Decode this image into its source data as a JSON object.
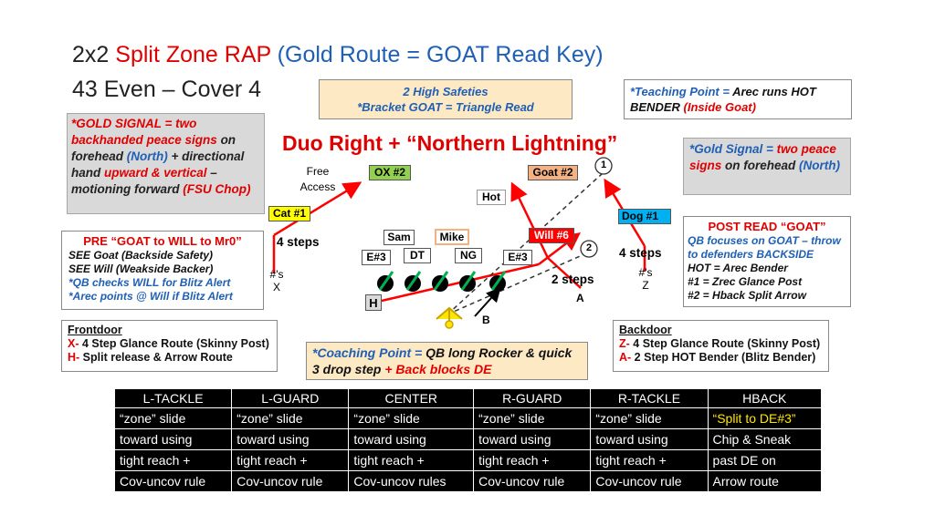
{
  "title": {
    "line1_a": "2x2 ",
    "line1_b": "Split Zone RAP ",
    "line1_c": "(Gold Route = GOAT Read Key)",
    "line2": "43 Even – Cover 4"
  },
  "safeties_box": {
    "line1": "2 High Safeties",
    "line2": "*Bracket GOAT = Triangle Read"
  },
  "teaching_point": {
    "a": "*Teaching Point = ",
    "b": "Arec runs HOT BENDER ",
    "c": "(Inside Goat)"
  },
  "gold_signal_left": {
    "a": "*GOLD SIGNAL = two backhanded peace signs",
    "b": " on forehead ",
    "c": "(North)",
    "d": " + directional hand ",
    "e": "upward & vertical",
    "f": " – motioning forward ",
    "g": "(FSU Chop)"
  },
  "play_name": "Duo Right + “Northern Lightning”",
  "gold_signal_right": {
    "a": "*Gold Signal = ",
    "b": "two peace signs",
    "c": " on forehead ",
    "d": "(North)"
  },
  "pre_read": {
    "title": "PRE “GOAT to WILL to Mr0”",
    "lines": [
      "SEE Goat (Backside Safety)",
      "SEE Will (Weakside Backer)",
      "*QB checks WILL for Blitz Alert",
      "*Arec points @ Will if Blitz Alert"
    ]
  },
  "post_read": {
    "title": "POST READ “GOAT”",
    "blue": "QB focuses on GOAT – throw to defenders BACKSIDE",
    "lines": [
      "HOT = Arec Bender",
      "#1 = Zrec Glance Post",
      "#2 = Hback Split Arrow"
    ]
  },
  "frontdoor": {
    "title": "Frontdoor",
    "x_key": "X-",
    "x_text": " 4 Step Glance Route (Skinny Post)",
    "h_key": "H-",
    "h_text": " Split release & Arrow Route"
  },
  "backdoor": {
    "title": "Backdoor",
    "z_key": "Z-",
    "z_text": " 4 Step Glance Route (Skinny Post)",
    "a_key": "A-",
    "a_text": " 2 Step HOT Bender (Blitz Bender)"
  },
  "coaching_point": {
    "a": "*Coaching Point = ",
    "b": "QB long Rocker & quick 3 drop step",
    "c": " + Back blocks DE"
  },
  "field": {
    "free_access_1": "Free",
    "free_access_2": "Access",
    "ox": "OX #2",
    "goat": "Goat #2",
    "hot": "Hot",
    "cat": "Cat #1",
    "dog": "Dog #1",
    "sam": "Sam",
    "mike": "Mike",
    "will": "Will #6",
    "e3_left": "E#3",
    "dt": "DT",
    "ng": "NG",
    "e3_right": "E#3",
    "four_steps_left": "4 steps",
    "four_steps_right": "4 steps",
    "two_steps": "2 steps",
    "x_num": "#'s",
    "x": "X",
    "z_num": "#'s",
    "z": "Z",
    "h": "H",
    "a": "A",
    "b": "B",
    "circle1": "1",
    "circle2": "2"
  },
  "table": {
    "headers": [
      "L-TACKLE",
      "L-GUARD",
      "CENTER",
      "R-GUARD",
      "R-TACKLE",
      "HBACK"
    ],
    "rows": [
      [
        "“zone” slide",
        "“zone” slide",
        "“zone” slide",
        "“zone” slide",
        "“zone” slide",
        "“Split to DE#3”"
      ],
      [
        "toward using",
        "toward using",
        "toward using",
        "toward using",
        "toward using",
        "Chip & Sneak"
      ],
      [
        "tight reach +",
        "tight reach +",
        "tight reach +",
        "tight reach +",
        "tight reach +",
        "past DE on"
      ],
      [
        "Cov-uncov rule",
        "Cov-uncov rule",
        "Cov-uncov rules",
        "Cov-uncov rule",
        "Cov-uncov rule",
        "Arrow route"
      ]
    ]
  },
  "colors": {
    "red": "#e00000",
    "blue": "#1f5fb4",
    "gold": "#ffe600",
    "route_red": "#ff0000"
  }
}
